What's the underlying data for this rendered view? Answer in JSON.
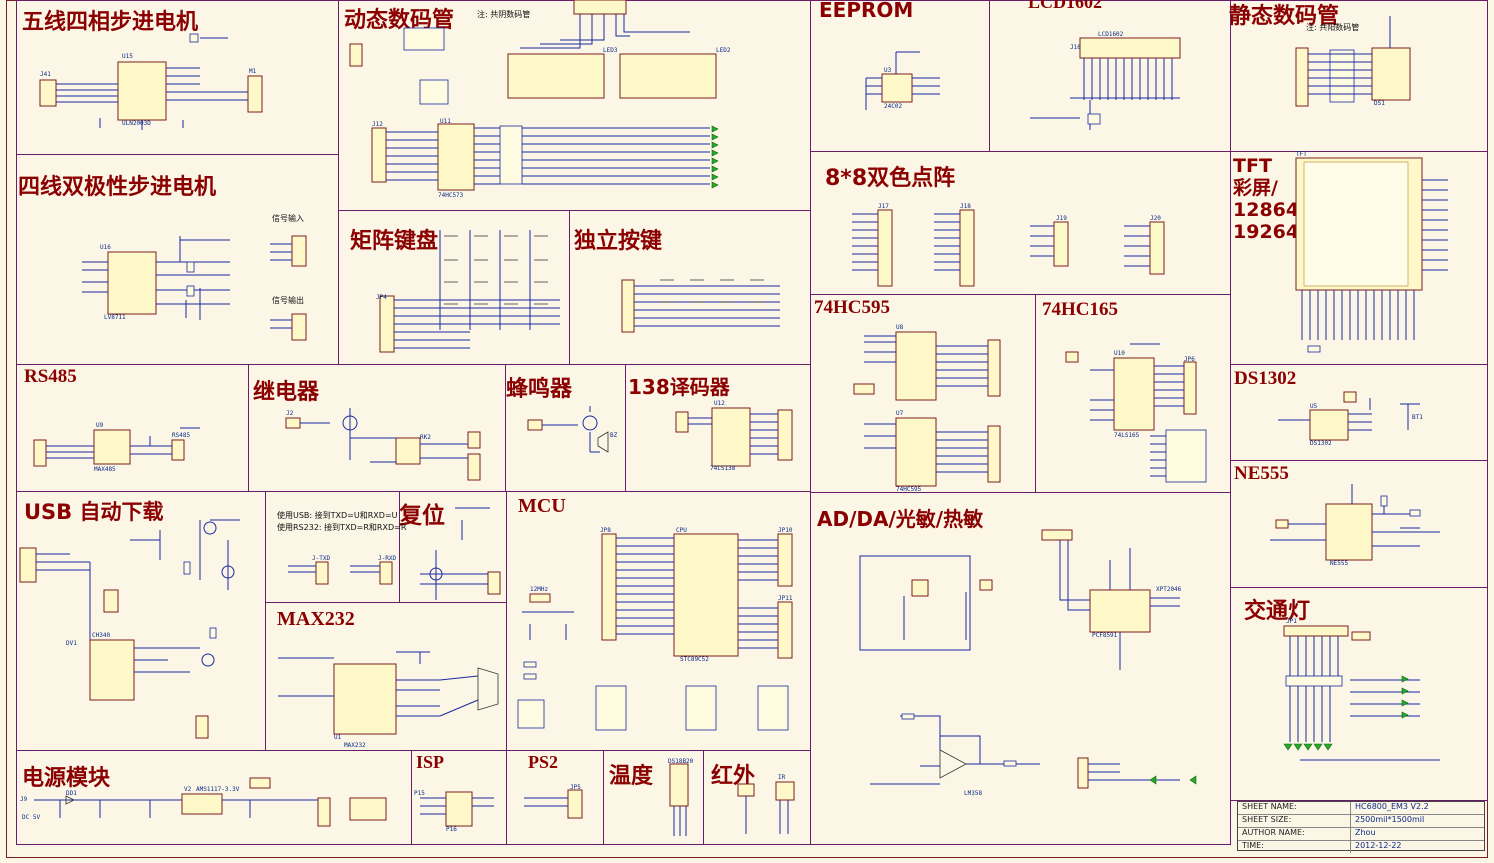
{
  "sections": [
    {
      "id": "stepper4",
      "title": "五线四相步进电机"
    },
    {
      "id": "bipolar",
      "title": "四线双极性步进电机"
    },
    {
      "id": "rs485",
      "title": "RS485"
    },
    {
      "id": "relay",
      "title": "继电器"
    },
    {
      "id": "buzzer",
      "title": "蜂鸣器"
    },
    {
      "id": "decoder138",
      "title": "138译码器"
    },
    {
      "id": "usb",
      "title": "USB 自动下载"
    },
    {
      "id": "reset",
      "title": "复位"
    },
    {
      "id": "mcu",
      "title": "MCU"
    },
    {
      "id": "max232",
      "title": "MAX232"
    },
    {
      "id": "power",
      "title": "电源模块"
    },
    {
      "id": "isp",
      "title": "ISP"
    },
    {
      "id": "ps2",
      "title": "PS2"
    },
    {
      "id": "temp",
      "title": "温度"
    },
    {
      "id": "ir",
      "title": "红外"
    },
    {
      "id": "dyn7seg",
      "title": "动态数码管"
    },
    {
      "id": "matrixkey",
      "title": "矩阵键盘"
    },
    {
      "id": "indkey",
      "title": "独立按键"
    },
    {
      "id": "eeprom",
      "title": "EEPROM"
    },
    {
      "id": "lcd1602",
      "title": "LCD1602"
    },
    {
      "id": "static7seg",
      "title": "静态数码管"
    },
    {
      "id": "dotmatrix",
      "title": "8*8双色点阵"
    },
    {
      "id": "hc595",
      "title": "74HC595"
    },
    {
      "id": "hc165",
      "title": "74HC165"
    },
    {
      "id": "tft",
      "title": "TFT\n彩屏/\n12864/\n19264"
    },
    {
      "id": "ds1302",
      "title": "DS1302"
    },
    {
      "id": "ne555",
      "title": "NE555"
    },
    {
      "id": "adda",
      "title": "AD/DA/光敏/热敏"
    },
    {
      "id": "traffic",
      "title": "交通灯"
    }
  ],
  "notes": {
    "common_cathode": "注: 共阴数码管",
    "common_anode": "注: 共阳数码管",
    "signal_in": "信号输入",
    "signal_out": "信号输出",
    "usb_mode": "使用USB: 接到TXD=U和RXD=U",
    "rs232_mode": "使用RS232: 接到TXD=R和RXD=R"
  },
  "sheet_info": {
    "name_label": "SHEET NAME:",
    "name": "HC6800_EM3 V2.2",
    "size_label": "SHEET SIZE:",
    "size": "2500mil*1500mil",
    "author_label": "AUTHOR NAME:",
    "author": "Zhou",
    "time_label": "TIME:",
    "time": "2012-12-22"
  },
  "components": {
    "u15": "U15",
    "uln": "ULN2003D",
    "j41": "J41",
    "m1": "M1",
    "u16": "U16",
    "lv": "LV8711",
    "u9": "U9",
    "max485": "MAX485",
    "rs485b": "RS485",
    "rk2": "RK2",
    "j2": "J2",
    "buzzer": "BZ",
    "u12": "U12",
    "hc138": "74LS138",
    "ch340": "CH340",
    "dv1": "DV1",
    "u1": "U1",
    "max232": "MAX232",
    "j_rxd": "J-RXD",
    "j_txd": "J-TXD",
    "v2": "V2",
    "ams": "AMS1117-3.3V",
    "j9": "J9",
    "dc5v": "DC 5V",
    "dd1": "DD1",
    "p15": "P15",
    "p16": "P16",
    "jp5": "JP5",
    "ds18b20": "DS18B20",
    "ir": "IR",
    "u11": "U11",
    "hc573": "74HC573",
    "j12": "J12",
    "jp4": "JP4",
    "jp6": "JP6",
    "u3": "U3",
    "at24": "24C02",
    "lcd": "LCD1602",
    "j16": "J16",
    "ds1": "DS1",
    "j17": "J17",
    "j18": "J18",
    "j19": "J19",
    "j20": "J20",
    "u8": "U8",
    "u7": "U7",
    "hc595_chip": "74HC595",
    "u10": "U10",
    "hc165_chip": "74LS165",
    "tft": "TFT",
    "u5": "U5",
    "ds1302_chip": "DS1302",
    "bt1": "BT1",
    "ne555_chip": "NE555",
    "pcf": "PCF8591",
    "xpt": "XPT2046",
    "lm358": "LM358",
    "jp1": "JP1",
    "cpu": "CPU",
    "stc": "STC89C52",
    "jp10": "JP10",
    "jp11": "JP11",
    "jp8": "JP8",
    "crystal": "12MHz",
    "led2": "LED2",
    "led3": "LED3"
  }
}
